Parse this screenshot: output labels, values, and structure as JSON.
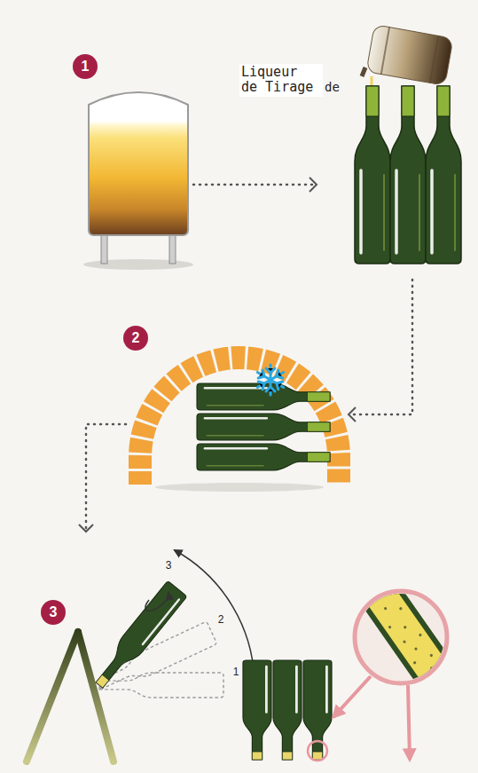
{
  "diagram": {
    "nodes": [
      {
        "text": [
          "1"
        ]
      },
      {
        "text": [
          "2"
        ]
      },
      {
        "text": [
          "3"
        ]
      }
    ],
    "labels": [
      "Liqueur de Tirage",
      "de",
      "1",
      "2",
      "3"
    ]
  }
}
